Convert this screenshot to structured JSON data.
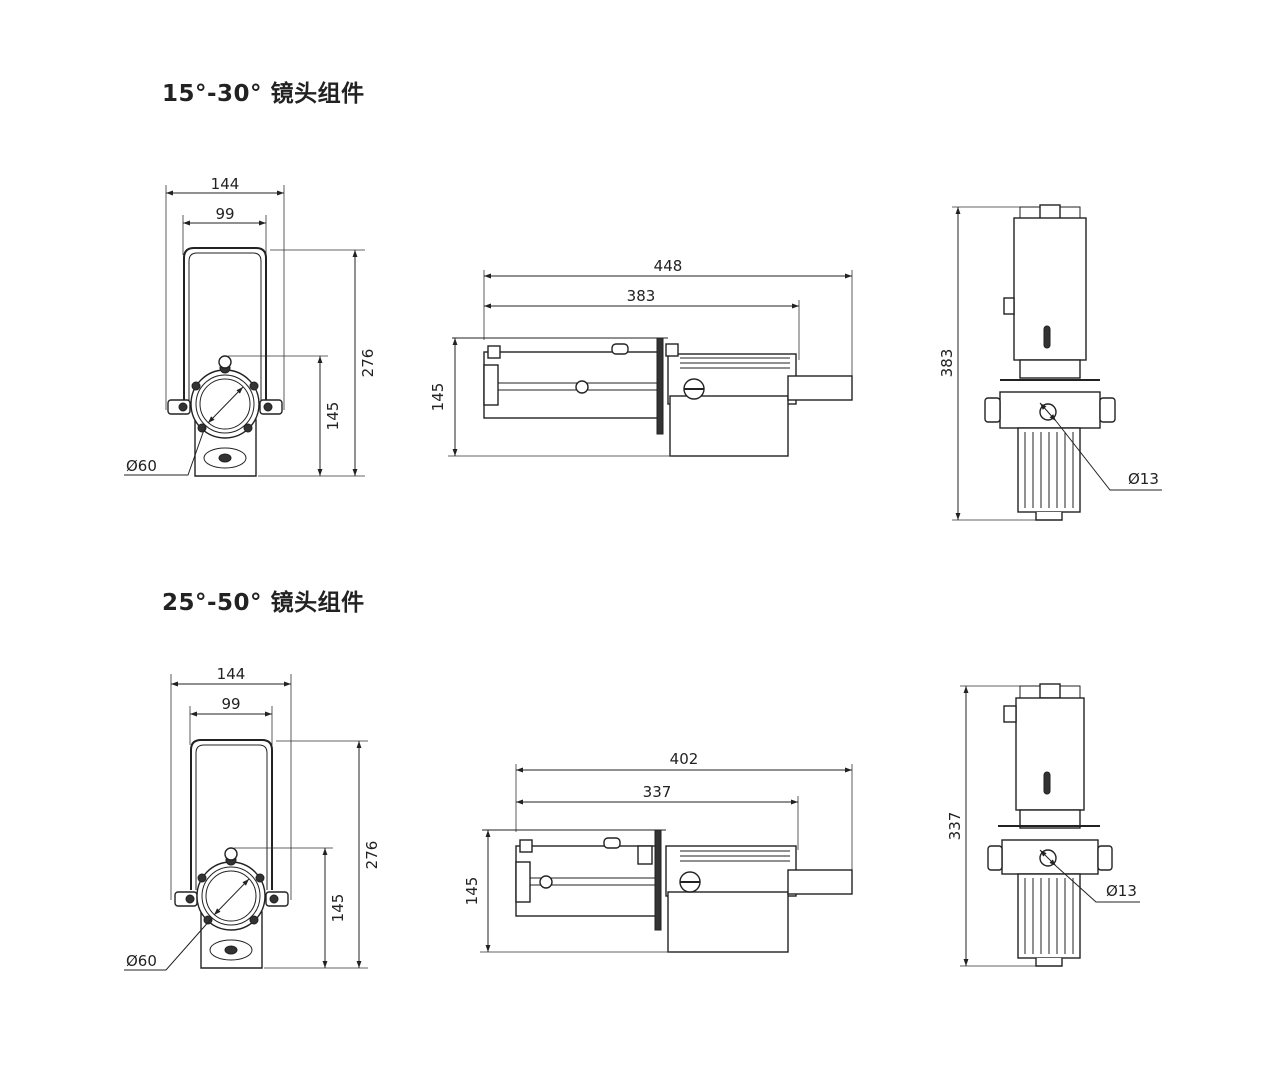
{
  "sections": [
    {
      "title": "15°-30° 镜头组件",
      "front": {
        "width_outer": "144",
        "width_inner": "99",
        "height_total": "276",
        "height_axis": "145",
        "lens_dia": "Ø60"
      },
      "side": {
        "length_total": "448",
        "length_body": "383",
        "height_axis": "145"
      },
      "top": {
        "length": "383",
        "mount_dia": "Ø13"
      }
    },
    {
      "title": "25°-50° 镜头组件",
      "front": {
        "width_outer": "144",
        "width_inner": "99",
        "height_total": "276",
        "height_axis": "145",
        "lens_dia": "Ø60"
      },
      "side": {
        "length_total": "402",
        "length_body": "337",
        "height_axis": "145"
      },
      "top": {
        "length": "337",
        "mount_dia": "Ø13"
      }
    }
  ]
}
